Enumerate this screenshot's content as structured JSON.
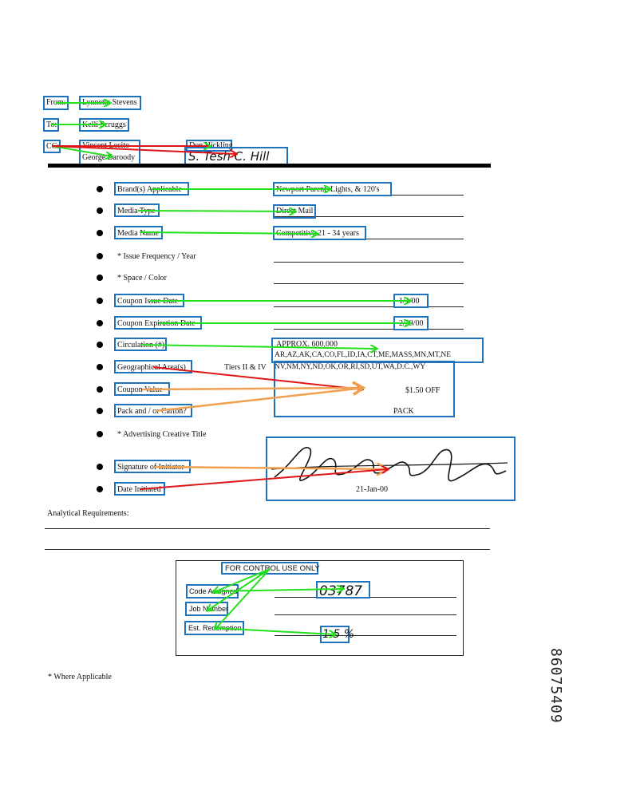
{
  "header": {
    "from_label": "From:",
    "from_value": "Lynnette Stevens",
    "to_label": "To:",
    "to_value": "Kelli Scruggs",
    "cc_label": "CC:",
    "cc_value_1": "Vincent Losito",
    "cc_value_2": "George Baroody",
    "cc_value_3": "Don Hickling",
    "cc_handwritten": "S. Tesh   C. Hill"
  },
  "fields": [
    {
      "label": "Brand(s) Applicable",
      "value": "Newport Parent, Lights, & 120's"
    },
    {
      "label": "Media Type",
      "value": "Direct Mail"
    },
    {
      "label": "Media Name",
      "value": "Competitive 21 - 34 years"
    },
    {
      "label": "* Issue Frequency / Year",
      "value": ""
    },
    {
      "label": "* Space / Color",
      "value": ""
    },
    {
      "label": "Coupon Issue Date",
      "value": "1/1/00"
    },
    {
      "label": "Coupon Expiration Date",
      "value": "2/29/00"
    },
    {
      "label": "Circulation (#)",
      "value": "APPROX. 600,000"
    },
    {
      "label": "Geographical Area(s)",
      "value": "AR,AZ,AK,CA,CO,FL,ID,IA,CT,ME,MASS,MN,MT,NE",
      "value2": "NV,NM,NY,ND,OK,OR,RI,SD,UT,WA,D.C.,WY",
      "prefix": "Tiers II & IV"
    },
    {
      "label": "Coupon Value",
      "value": "$1.50   OFF"
    },
    {
      "label": "Pack and / or Carton?",
      "value": "PACK"
    },
    {
      "label": "* Advertising Creative Title",
      "value": ""
    },
    {
      "label": "Signature of Initiator",
      "value": "Lynnette Kyzee Stevens"
    },
    {
      "label": "Date Initiated",
      "value": "21-Jan-00"
    }
  ],
  "analytical": {
    "label": "Analytical Requirements:"
  },
  "control": {
    "title": "FOR CONTROL USE ONLY",
    "code_label": "Code Assigned",
    "code_value": "03787",
    "job_label": "Job Number",
    "red_label": "Est. Redemption",
    "red_value": "1.5 %"
  },
  "footnote": "* Where Applicable",
  "doc_id": "86075409",
  "colors": {
    "box": "#1e73be",
    "green": "#22e01b",
    "red": "#e01515",
    "orange": "#f0a050"
  }
}
